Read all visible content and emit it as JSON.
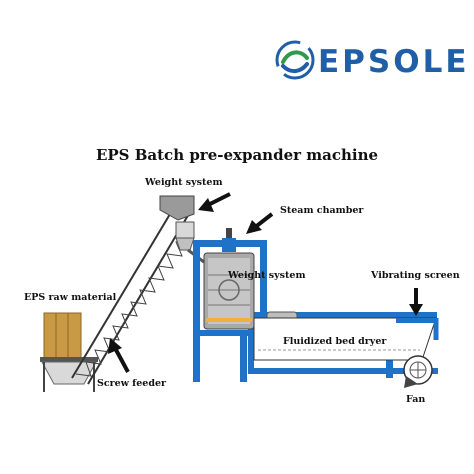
{
  "brand": {
    "name": "EPSOLE",
    "color": "#1f5fa8",
    "accent": "#2e9a4a"
  },
  "diagram": {
    "title": "EPS Batch pre-expander machine",
    "labels": {
      "weight_system_top": "Weight system",
      "steam_chamber": "Steam chamber",
      "weight_system_inner": "Weight system",
      "vibrating_screen": "Vibrating screen",
      "eps_raw_material": "EPS raw material",
      "fluidized_bed_dryer": "Fluidized bed dryer",
      "screw_feeder": "Screw feeder",
      "fan": "Fan"
    }
  }
}
